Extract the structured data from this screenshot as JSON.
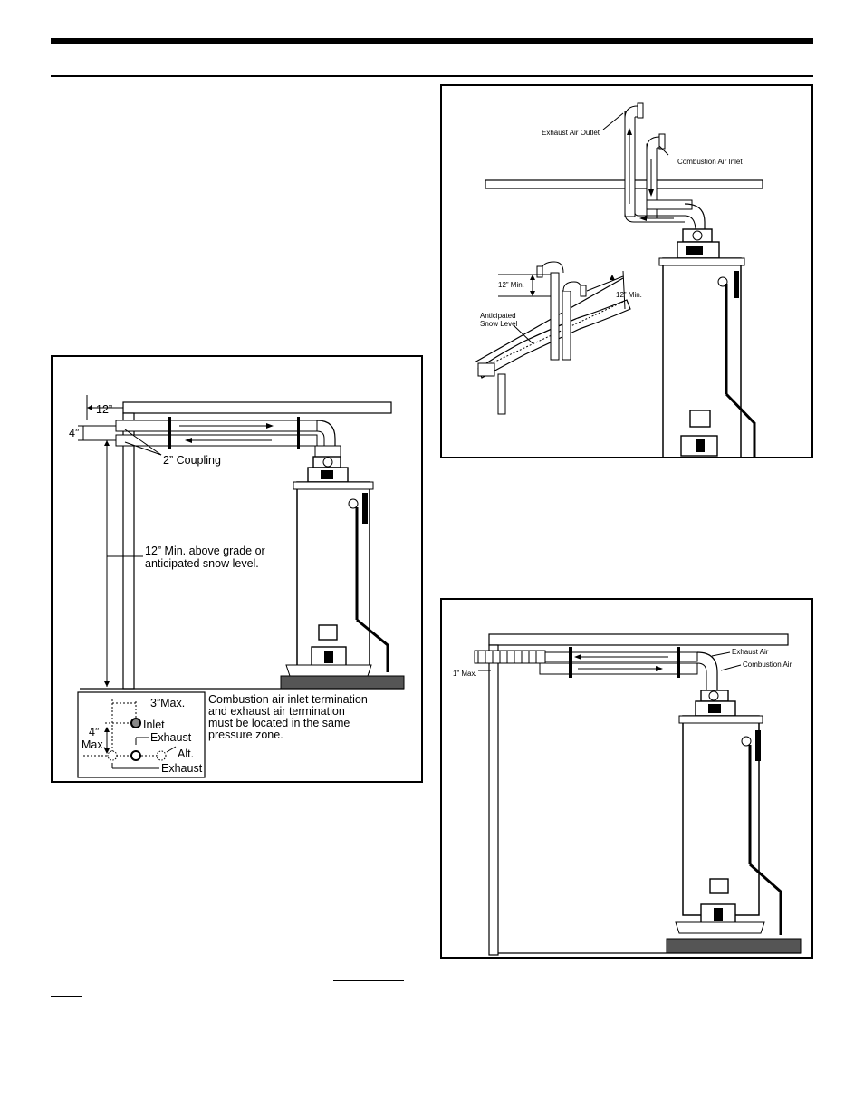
{
  "figure_top_right": {
    "label_exhaust_outlet": "Exhaust Air Outlet",
    "label_combustion_inlet": "Combustion Air Inlet",
    "label_12_min_left": "12” Min.",
    "label_12_min_right": "12” Min.",
    "label_snow_line1": "Anticipated",
    "label_snow_line2": "Snow Level"
  },
  "figure_left": {
    "dim_12": "12”",
    "dim_4": "4”",
    "label_coupling": "2” Coupling",
    "label_above_grade_line1": "12” Min. above grade or",
    "label_above_grade_line2": "anticipated snow level.",
    "inset": {
      "dim_3_max": "3”Max.",
      "dim_4_line1": "4”",
      "dim_4_line2": "Max.",
      "label_inlet": "Inlet",
      "label_exhaust": "Exhaust",
      "label_alt": "Alt.",
      "label_alt_exhaust": "Exhaust"
    },
    "note_line1": "Combustion air inlet termination",
    "note_line2": "and exhaust air termination",
    "note_line3": "must be located in the same",
    "note_line4": "pressure zone."
  },
  "figure_bottom_right": {
    "label_exhaust_air": "Exhaust Air",
    "label_combustion_air": "Combustion Air",
    "label_1_max": "1” Max."
  }
}
